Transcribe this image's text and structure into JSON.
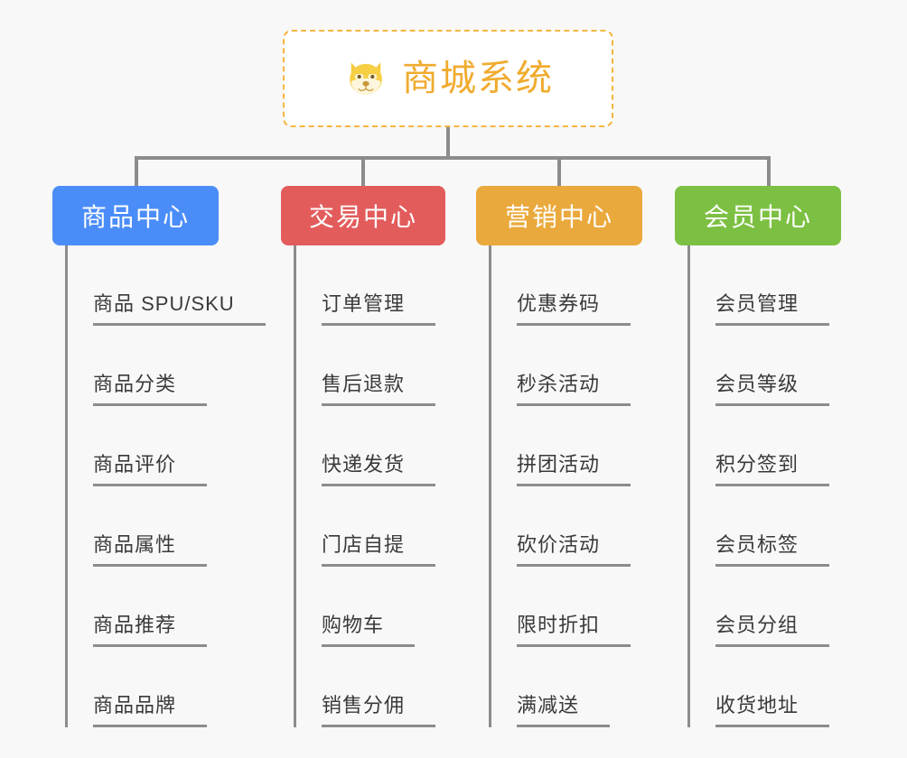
{
  "background_color": "#f8f8f8",
  "root": {
    "icon": "dog-face-emoji",
    "title": "商城系统",
    "border_color": "#f3b641",
    "title_color": "#f0ab2e",
    "background": "#ffffff"
  },
  "connector_color": "#8c8c8c",
  "branches": [
    {
      "label": "商品中心",
      "color": "#4b8df8",
      "items": [
        "商品 SPU/SKU",
        "商品分类",
        "商品评价",
        "商品属性",
        "商品推荐",
        "商品品牌"
      ]
    },
    {
      "label": "交易中心",
      "color": "#e35c5c",
      "items": [
        "订单管理",
        "售后退款",
        "快递发货",
        "门店自提",
        "购物车",
        "销售分佣"
      ]
    },
    {
      "label": "营销中心",
      "color": "#eaa93c",
      "items": [
        "优惠券码",
        "秒杀活动",
        "拼团活动",
        "砍价活动",
        "限时折扣",
        "满减送"
      ]
    },
    {
      "label": "会员中心",
      "color": "#7cc043",
      "items": [
        "会员管理",
        "会员等级",
        "积分签到",
        "会员标签",
        "会员分组",
        "收货地址"
      ]
    }
  ]
}
